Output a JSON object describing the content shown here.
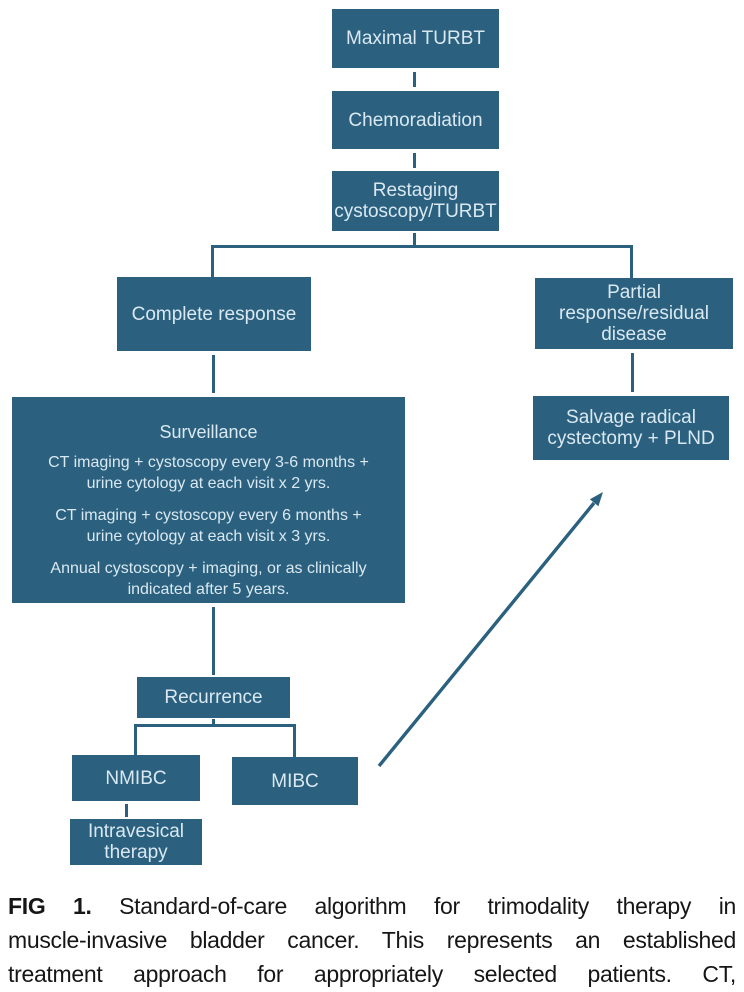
{
  "colors": {
    "node_fill": "#2B617F",
    "node_text": "#D9E8F1",
    "connector": "#2B617F",
    "caption_text": "#161616",
    "background": "#FFFFFF"
  },
  "nodes": {
    "maximal_turbt": {
      "label": "Maximal TURBT"
    },
    "chemoradiation": {
      "label": "Chemoradiation"
    },
    "restaging": {
      "label": "Restaging\ncystoscopy/TURBT"
    },
    "complete_response": {
      "label": "Complete response"
    },
    "partial_response": {
      "label": "Partial\nresponse/residual\ndisease"
    },
    "surveillance": {
      "title": "Surveillance",
      "items": [
        "CT imaging + cystoscopy every 3-6 months +\nurine cytology at each visit x 2 yrs.",
        "CT imaging + cystoscopy every 6 months +\nurine cytology at each visit x 3 yrs.",
        "Annual cystoscopy + imaging, or as clinically\nindicated after 5 years."
      ]
    },
    "salvage": {
      "label": "Salvage radical\ncystectomy + PLND"
    },
    "recurrence": {
      "label": "Recurrence"
    },
    "nmibc": {
      "label": "NMIBC"
    },
    "mibc": {
      "label": "MIBC"
    },
    "intravesical": {
      "label": "Intravesical\ntherapy"
    }
  },
  "caption": {
    "fig_label": "FIG 1.",
    "line1": "Standard-of-care algorithm for trimodality therapy in",
    "line2": "muscle-invasive bladder cancer. This represents an established",
    "line3": "treatment approach for appropriately selected patients. CT,"
  }
}
